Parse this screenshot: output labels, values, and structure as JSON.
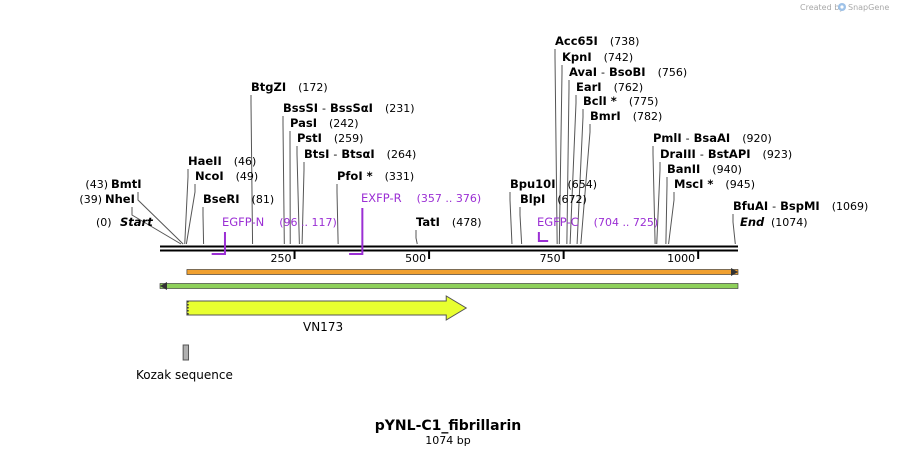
{
  "credit": {
    "text": "Created by",
    "logo": "SnapGene",
    "logo_icon": "snapgene-logo-icon"
  },
  "map": {
    "length": 1074,
    "start_label": "Start",
    "start_pos": "(0)",
    "end_label": "End",
    "end_pos": "(1074)",
    "ticks": [
      {
        "label": "250",
        "value": 250
      },
      {
        "label": "500",
        "value": 500
      },
      {
        "label": "750",
        "value": 750
      },
      {
        "label": "1000",
        "value": 1000
      }
    ]
  },
  "enzymes": [
    {
      "name": "BmtI",
      "pos": "(43)",
      "value": 43,
      "side": "left"
    },
    {
      "name": "NheI",
      "pos": "(39)",
      "value": 39,
      "side": "left"
    },
    {
      "name": "HaeII",
      "pos": "(46)",
      "value": 46
    },
    {
      "name": "NcoI",
      "pos": "(49)",
      "value": 49
    },
    {
      "name": "BseRI",
      "pos": "(81)",
      "value": 81
    },
    {
      "name": "BtgZI",
      "pos": "(172)",
      "value": 172
    },
    {
      "name": "BssSI",
      "name2": "BssSαI",
      "pos": "(231)",
      "value": 231
    },
    {
      "name": "PasI",
      "pos": "(242)",
      "value": 242
    },
    {
      "name": "PstI",
      "pos": "(259)",
      "value": 259
    },
    {
      "name": "BtsI",
      "name2": "BtsαI",
      "pos": "(264)",
      "value": 264
    },
    {
      "name": "PfoI *",
      "pos": "(331)",
      "value": 331
    },
    {
      "name": "TatI",
      "pos": "(478)",
      "value": 478
    },
    {
      "name": "Bpu10I",
      "pos": "(654)",
      "value": 654
    },
    {
      "name": "BlpI",
      "pos": "(672)",
      "value": 672
    },
    {
      "name": "Acc65I",
      "pos": "(738)",
      "value": 738
    },
    {
      "name": "KpnI",
      "pos": "(742)",
      "value": 742
    },
    {
      "name": "AvaI",
      "name2": "BsoBI",
      "pos": "(756)",
      "value": 756
    },
    {
      "name": "EarI",
      "pos": "(762)",
      "value": 762
    },
    {
      "name": "BclI *",
      "pos": "(775)",
      "value": 775
    },
    {
      "name": "BmrI",
      "pos": "(782)",
      "value": 782
    },
    {
      "name": "PmlI",
      "name2": "BsaAI",
      "pos": "(920)",
      "value": 920
    },
    {
      "name": "DraIII",
      "name2": "BstAPI",
      "pos": "(923)",
      "value": 923
    },
    {
      "name": "BanII",
      "pos": "(940)",
      "value": 940
    },
    {
      "name": "MscI *",
      "pos": "(945)",
      "value": 945
    },
    {
      "name": "BfuAI",
      "name2": "BspMI",
      "pos": "(1069)",
      "value": 1069
    }
  ],
  "primers": [
    {
      "name": "EGFP-N",
      "range": "(96 .. 117)",
      "start": 96,
      "end": 117,
      "direction": "forward"
    },
    {
      "name": "EXFP-R",
      "range": "(357 .. 376)",
      "start": 357,
      "end": 376,
      "direction": "reverse"
    },
    {
      "name": "EGFP-C",
      "range": "(704 .. 725)",
      "start": 704,
      "end": 725,
      "direction": "forward"
    }
  ],
  "orfs": [
    {
      "direction": "forward",
      "color": "#f0a030",
      "start": 50,
      "end": 1074
    },
    {
      "direction": "reverse",
      "color": "#8ed05a",
      "start": 0,
      "end": 1074
    }
  ],
  "features": [
    {
      "name": "VN173",
      "start": 50,
      "end": 569,
      "color": "#e8ff30",
      "type": "arrow"
    },
    {
      "name": "Kozak sequence",
      "start": 43,
      "end": 53,
      "color": "#b0b0b0",
      "type": "box"
    }
  ],
  "title": "pYNL-C1_fibrillarin",
  "subtitle": "1074 bp",
  "colors": {
    "primer": "#9b2fd4",
    "backbone": "#000000"
  }
}
